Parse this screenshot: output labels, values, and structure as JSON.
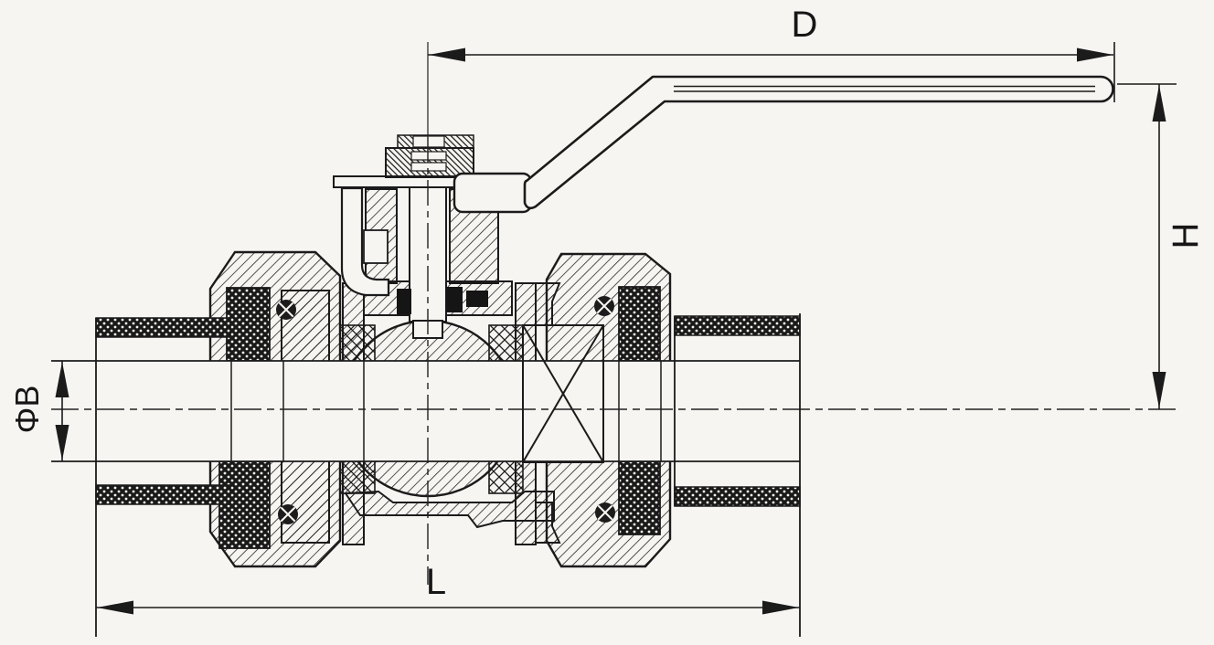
{
  "drawing": {
    "kind": "sectional technical drawing of a union ball valve with lever handle",
    "colors": {
      "paper": "#f6f5f1",
      "ink": "#1b1b1b"
    }
  },
  "dimension_labels": {
    "width_top": "D",
    "height_right": "H",
    "bore_left": "ΦB",
    "length_bottom": "L"
  }
}
